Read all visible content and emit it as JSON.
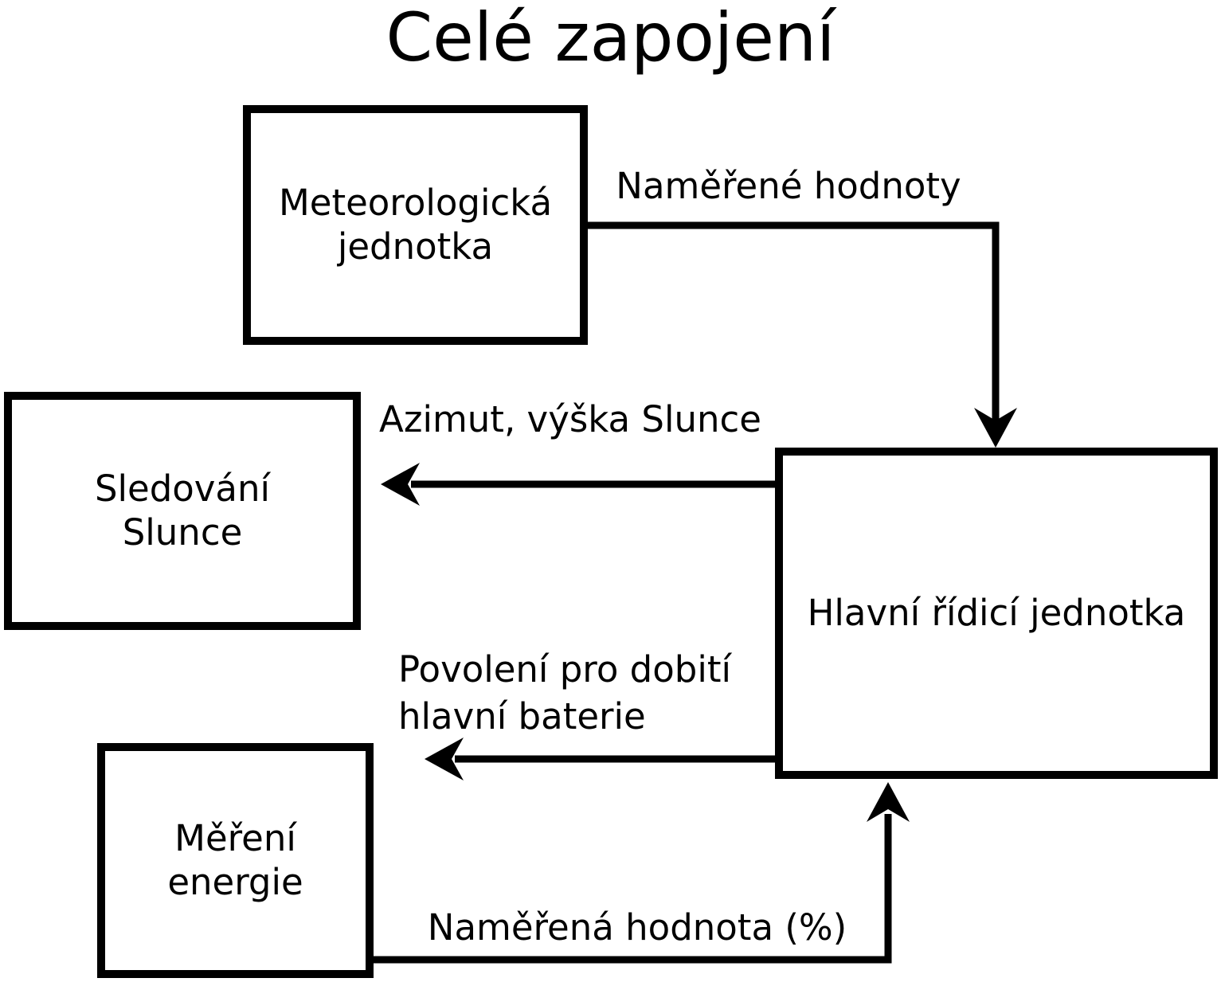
{
  "title": "Celé zapojení",
  "colors": {
    "ink": "#000000",
    "background": "#ffffff"
  },
  "nodes": {
    "meteo": {
      "line1": "Meteorologická",
      "line2": "jednotka"
    },
    "sledovani": {
      "line1": "Sledování",
      "line2": "Slunce"
    },
    "mereni": {
      "line1": "Měření",
      "line2": "energie"
    },
    "hlavni": {
      "line1": "Hlavní řídicí jednotka"
    }
  },
  "edges": {
    "namerene_hodnoty": {
      "label": "Naměřené hodnoty",
      "from": "Meteorologická jednotka",
      "to": "Hlavní řídicí jednotka"
    },
    "azimut": {
      "label": "Azimut, výška Slunce",
      "from": "Hlavní řídicí jednotka",
      "to": "Sledování Slunce"
    },
    "povoleni": {
      "line1": "Povolení pro dobití",
      "line2": "hlavní baterie",
      "from": "Hlavní řídicí jednotka",
      "to": "left"
    },
    "namerena_hodnota": {
      "label": "Naměřená hodnota (%)",
      "from": "Měření energie",
      "to": "Hlavní řídicí jednotka"
    }
  }
}
